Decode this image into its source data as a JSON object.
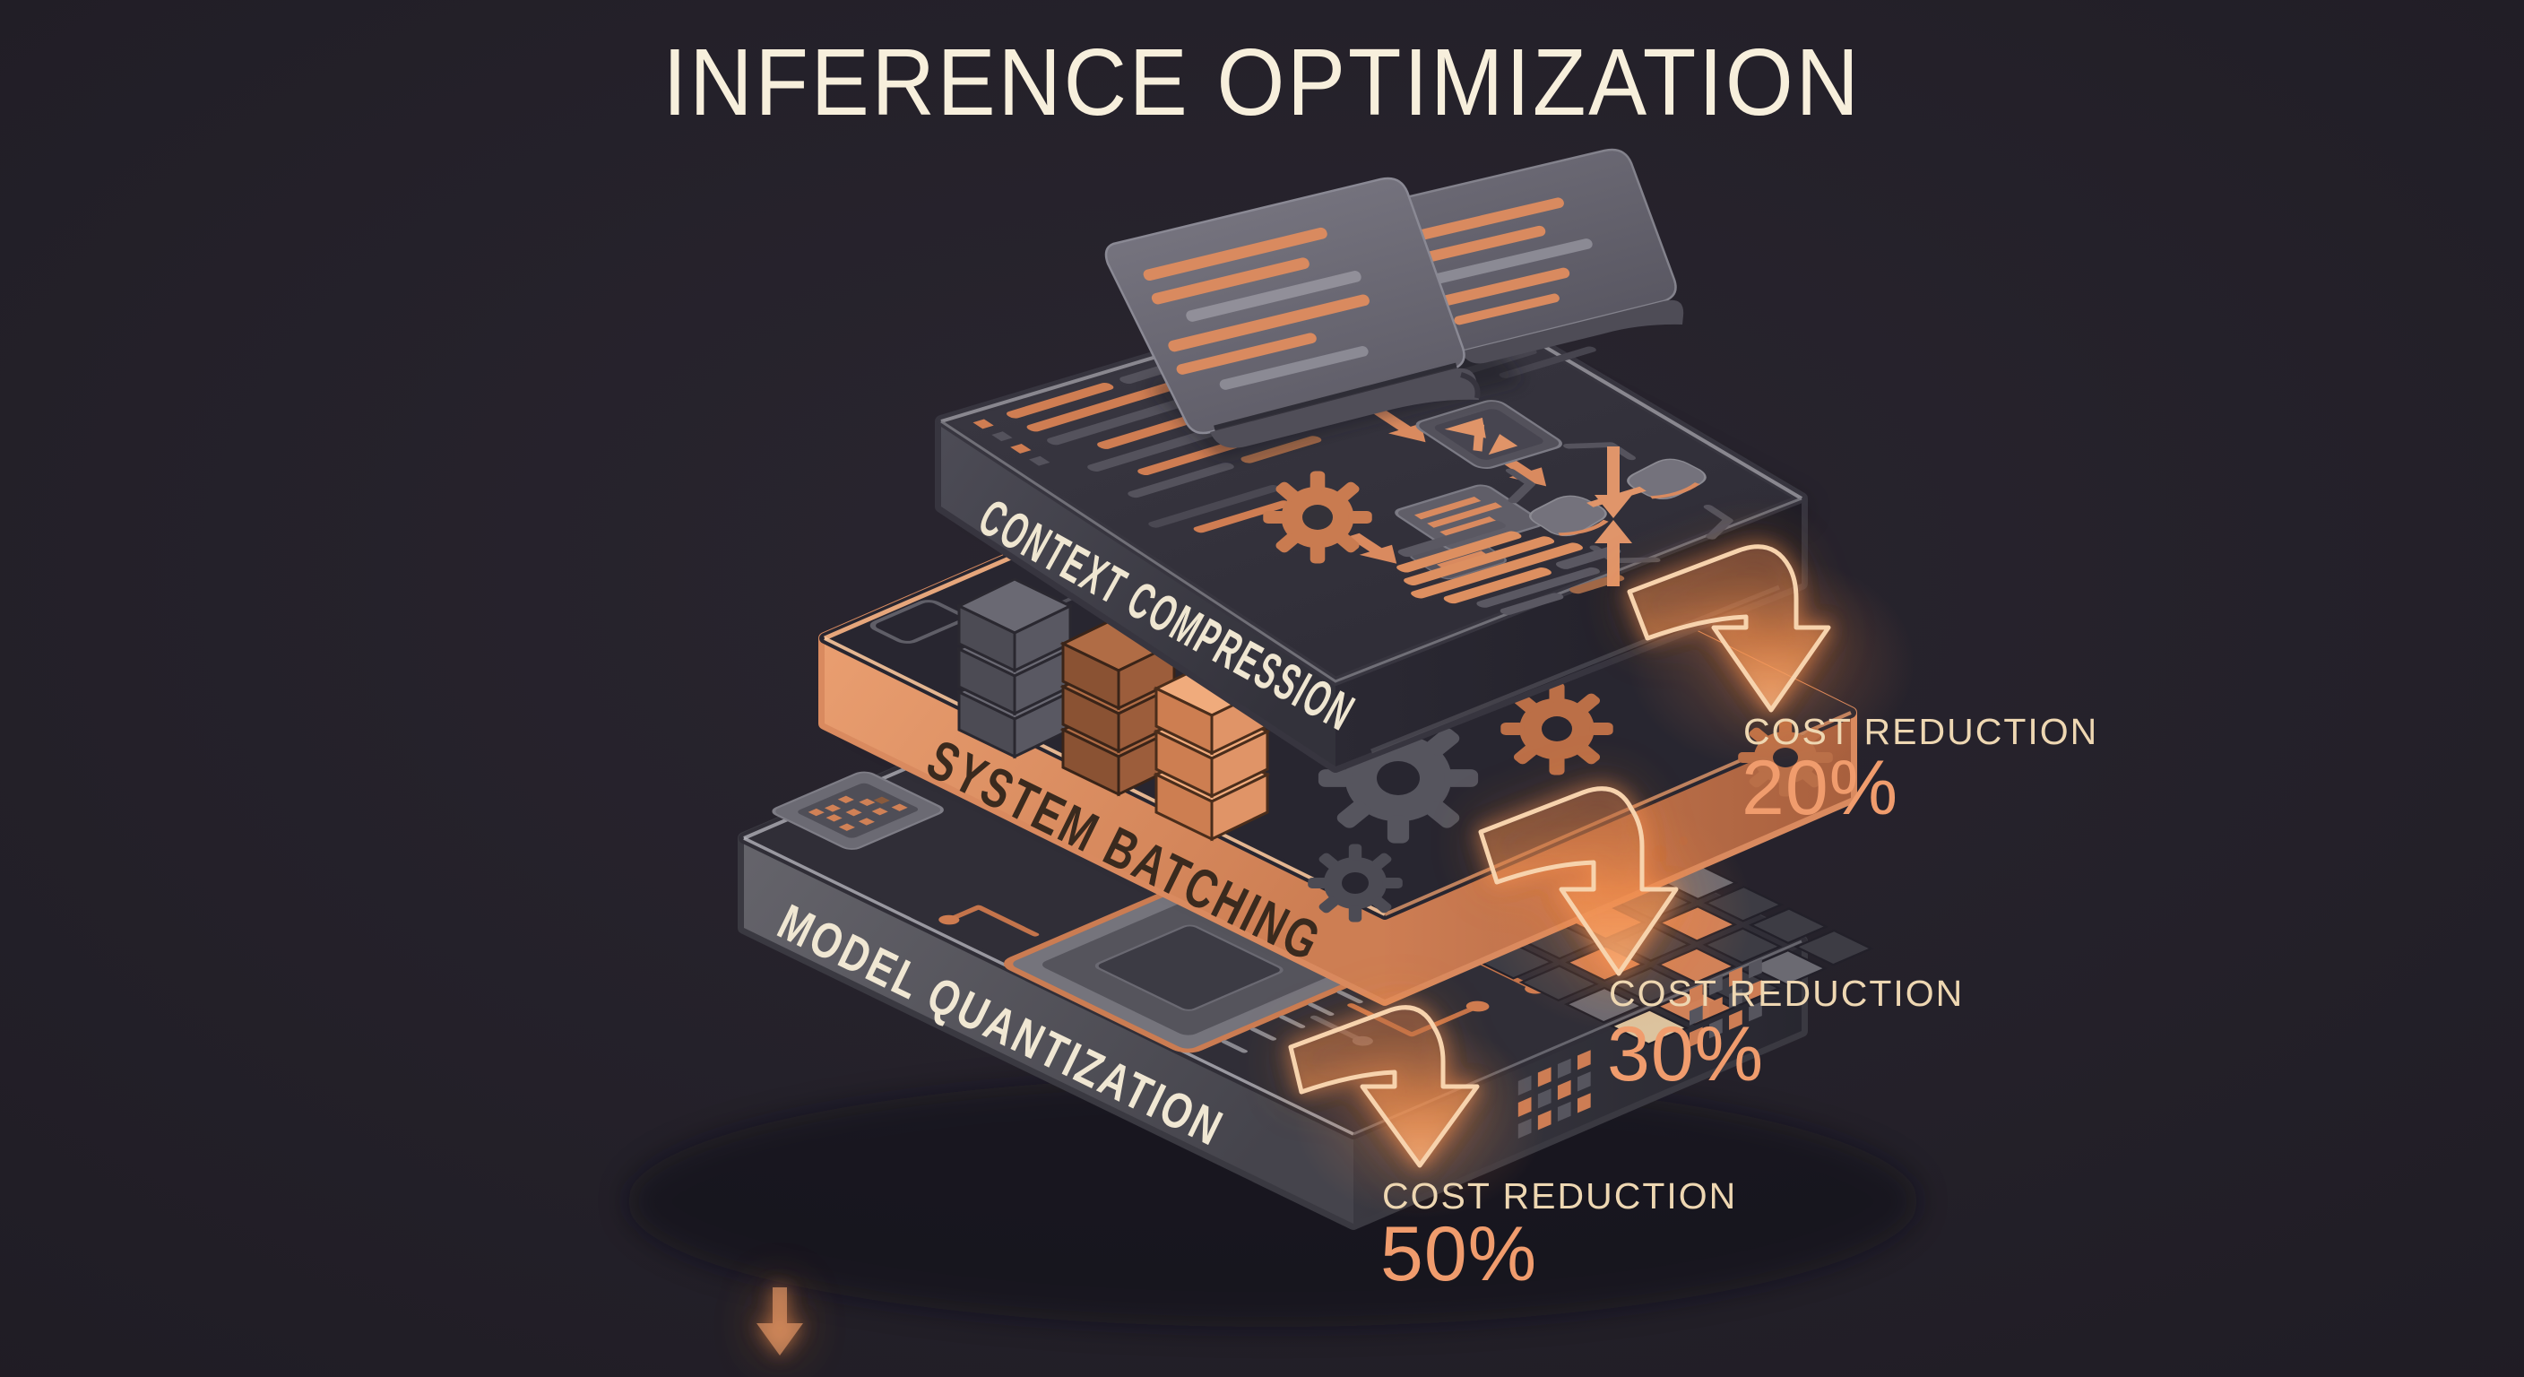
{
  "title": "INFERENCE OPTIMIZATION",
  "layers": [
    {
      "id": "context-compression",
      "label": "CONTEXT COMPRESSION",
      "metric_label": "COST REDUCTION",
      "metric_value": "20%"
    },
    {
      "id": "system-batching",
      "label": "SYSTEM BATCHING",
      "metric_label": "COST REDUCTION",
      "metric_value": "30%"
    },
    {
      "id": "model-quantization",
      "label": "MODEL QUANTIZATION",
      "metric_label": "COST REDUCTION",
      "metric_value": "50%"
    }
  ],
  "colors": {
    "background": "#252129",
    "title_cream": "#f7efdc",
    "label_cream": "#eed7b2",
    "accent_orange": "#f09c6d",
    "copper_band": "#d98a5f",
    "slab_dark": "#37353f",
    "glow_orange": "#ff9550"
  },
  "icons": {
    "documents": "folded-document-icon",
    "compress_tile": "compress-file-icon",
    "merge": "merge-arrows-icon",
    "gear": "gear-icon",
    "cubes": "batch-cube-stack",
    "cpu": "cpu-chip-icon",
    "grid": "quantization-grid-icon",
    "arrow": "down-arrow-icon"
  }
}
